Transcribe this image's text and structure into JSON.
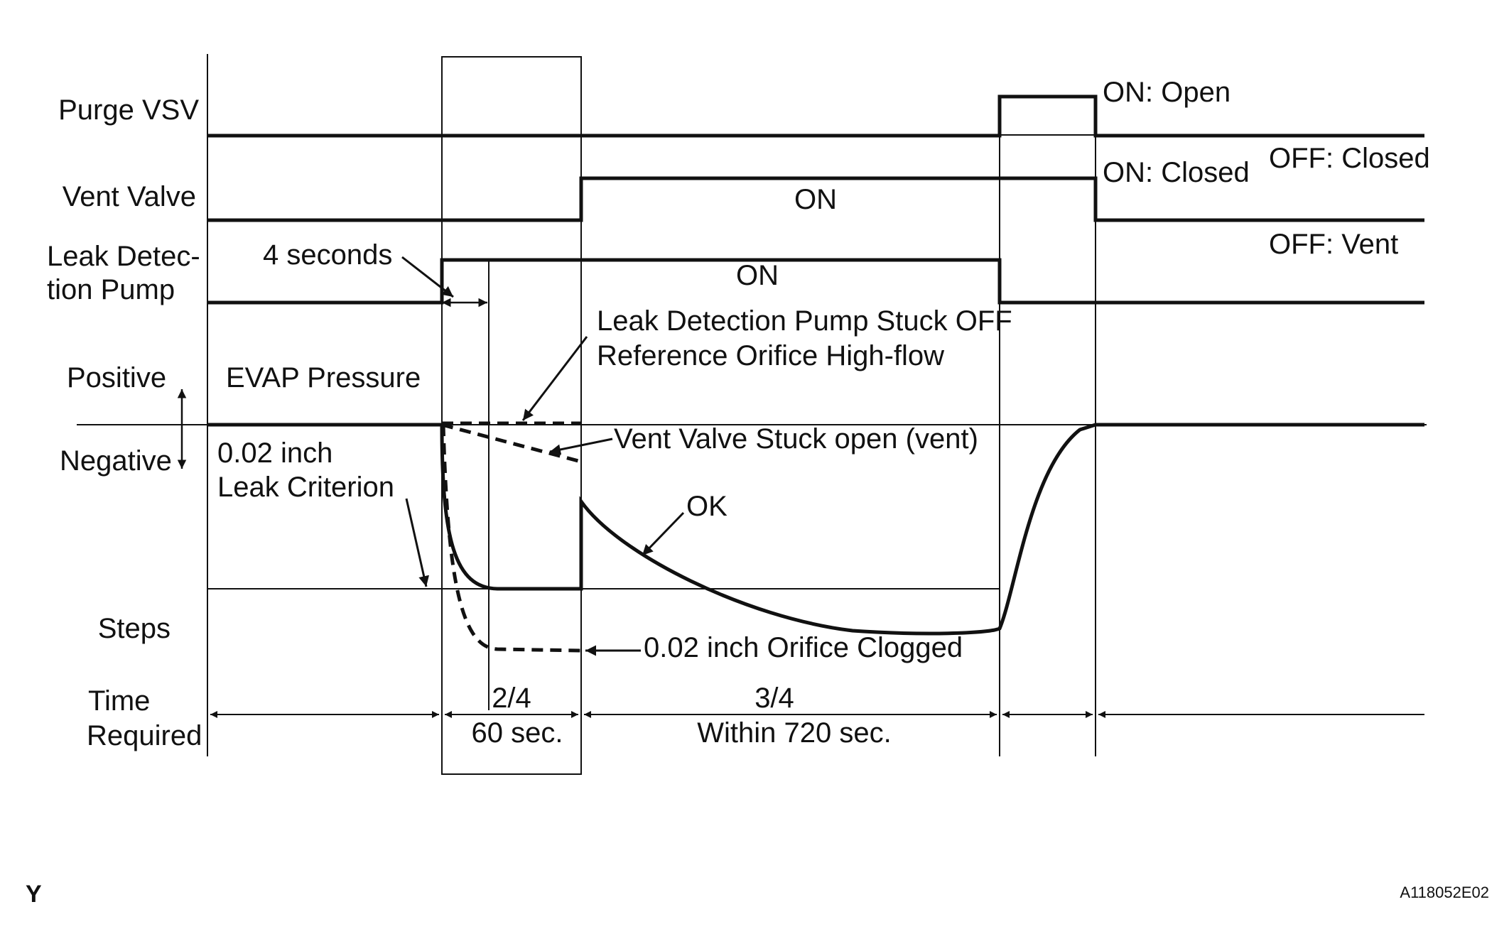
{
  "rows": {
    "purge_vsv": "Purge VSV",
    "vent_valve": "Vent Valve",
    "leak_pump_line1": "Leak Detec-",
    "leak_pump_line2": "tion Pump",
    "positive": "Positive",
    "negative": "Negative",
    "steps": "Steps",
    "time_line1": "Time",
    "time_line2": "Required"
  },
  "states": {
    "purge_on": "ON: Open",
    "purge_off": "OFF: Closed",
    "vent_on": "ON: Closed",
    "vent_off": "OFF: Vent",
    "vent_on_center": "ON",
    "pump_on_center": "ON"
  },
  "annotations": {
    "four_seconds": "4 seconds",
    "evap_pressure": "EVAP Pressure",
    "leak_criterion_line1": "0.02 inch",
    "leak_criterion_line2": "Leak Criterion",
    "stuck_off_line1": "Leak Detection Pump Stuck OFF",
    "stuck_off_line2": "Reference Orifice High-flow",
    "vent_stuck_open": "Vent Valve Stuck open (vent)",
    "ok": "OK",
    "orifice_clogged": "0.02 inch Orifice Clogged"
  },
  "steps": {
    "step_2_4": "2/4",
    "step_2_4_time": "60 sec.",
    "step_3_4": "3/4",
    "step_3_4_time": "Within 720 sec."
  },
  "footer": {
    "left_mark": "Y",
    "figure_id": "A118052E02"
  }
}
